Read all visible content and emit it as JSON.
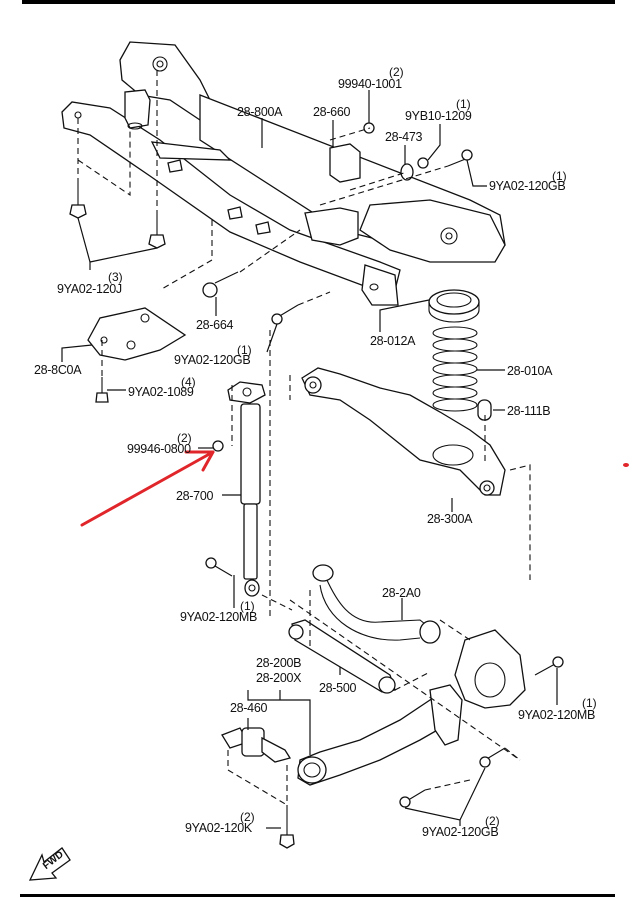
{
  "diagram": {
    "title": "Rear suspension exploded parts diagram",
    "accent_color": "#e0262a",
    "border_color": "#000000",
    "direction_indicator": "FWD",
    "callouts": [
      {
        "id": "c1",
        "part": "28-800A",
        "qty": ""
      },
      {
        "id": "c2",
        "part": "28-660",
        "qty": ""
      },
      {
        "id": "c3",
        "part": "99940-1001",
        "qty": "(2)"
      },
      {
        "id": "c4",
        "part": "9YB10-1209",
        "qty": "(1)"
      },
      {
        "id": "c5",
        "part": "28-473",
        "qty": ""
      },
      {
        "id": "c6",
        "part": "9YA02-120GB",
        "qty": "(1)"
      },
      {
        "id": "c7",
        "part": "9YA02-120J",
        "qty": "(3)"
      },
      {
        "id": "c8",
        "part": "28-664",
        "qty": ""
      },
      {
        "id": "c9",
        "part": "9YA02-120GB",
        "qty": "(1)"
      },
      {
        "id": "c10",
        "part": "28-8C0A",
        "qty": ""
      },
      {
        "id": "c11",
        "part": "9YA02-1089",
        "qty": "(4)"
      },
      {
        "id": "c12",
        "part": "28-012A",
        "qty": ""
      },
      {
        "id": "c13",
        "part": "28-010A",
        "qty": ""
      },
      {
        "id": "c14",
        "part": "28-111B",
        "qty": ""
      },
      {
        "id": "c15",
        "part": "99946-0800",
        "qty": "(2)"
      },
      {
        "id": "c16",
        "part": "28-700",
        "qty": ""
      },
      {
        "id": "c17",
        "part": "28-300A",
        "qty": ""
      },
      {
        "id": "c18",
        "part": "9YA02-120MB",
        "qty": "(1)"
      },
      {
        "id": "c19",
        "part": "28-2A0",
        "qty": ""
      },
      {
        "id": "c20",
        "part": "28-200B",
        "qty": ""
      },
      {
        "id": "c21",
        "part": "28-200X",
        "qty": ""
      },
      {
        "id": "c22",
        "part": "28-500",
        "qty": ""
      },
      {
        "id": "c23",
        "part": "9YA02-120MB",
        "qty": "(1)"
      },
      {
        "id": "c24",
        "part": "28-460",
        "qty": ""
      },
      {
        "id": "c25",
        "part": "9YA02-120K",
        "qty": "(2)"
      },
      {
        "id": "c26",
        "part": "9YA02-120GB",
        "qty": "(2)"
      }
    ],
    "annotation": {
      "type": "hand-drawn arrow",
      "points_to": "99946-0800",
      "color": "#e0262a"
    }
  }
}
